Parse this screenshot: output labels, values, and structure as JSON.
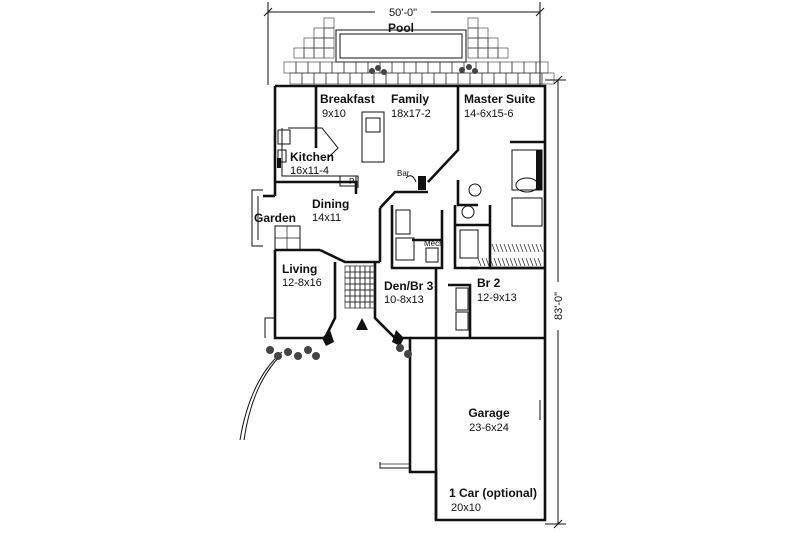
{
  "dimensions": {
    "width": "50'-0\"",
    "depth": "83'-0\""
  },
  "rooms": {
    "pool": "Pool",
    "breakfast": {
      "name": "Breakfast",
      "size": "9x10"
    },
    "family": {
      "name": "Family",
      "size": "18x17-2"
    },
    "master": {
      "name": "Master Suite",
      "size": "14-6x15-6"
    },
    "kitchen": {
      "name": "Kitchen",
      "size": "16x11-4"
    },
    "bar": "Bar",
    "pantry": "P",
    "dining": {
      "name": "Dining",
      "size": "14x11"
    },
    "garden": "Garden",
    "mech": "Mech",
    "living": {
      "name": "Living",
      "size": "12-8x16"
    },
    "den": {
      "name": "Den/Br 3",
      "size": "10-8x13"
    },
    "br2": {
      "name": "Br 2",
      "size": "12-9x13"
    },
    "garage": {
      "name": "Garage",
      "size": "23-6x24"
    },
    "onecar": {
      "name": "1 Car (optional)",
      "size": "20x10"
    }
  }
}
